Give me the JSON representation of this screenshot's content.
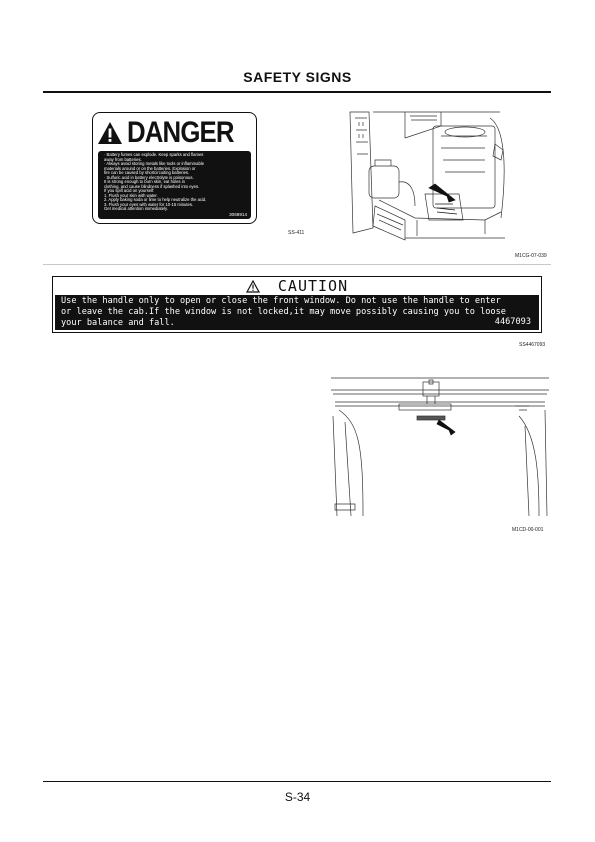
{
  "page": {
    "title": "SAFETY SIGNS",
    "page_number": "S-34"
  },
  "danger_sign": {
    "heading": "DANGER",
    "lines": [
      "· Battery fumes can explode. Keep sparks and flames",
      "  away from batteries.",
      "· Always avoid storing metals like tools or inflammable",
      "  materials around or on the batteries. Explosion or",
      "  fire can be caused by shortcircuiting batteries.",
      "· Sulfuric acid in battery electrolyte is poisonous.",
      "  It is strong enough to burn skin, eat holes in",
      "  clothing, and cause blindness if splashed into eyes.",
      "  If you spill acid on yourself:",
      "  1. Flush your skin with water.",
      "  2. Apply baking soda or lime to help neutralize the acid.",
      "  3. Flush your eyes with water for 10-15 minutes.",
      "     Get medical attention immediately."
    ],
    "code": "3068914",
    "caption": "SS-411"
  },
  "battery_illustration": {
    "caption": "M1CG-07-039",
    "icon": "battery-location-drawing"
  },
  "caution_sign": {
    "heading": "CAUTION",
    "lines": [
      "Use the handle only to open or close the front window. Do not use the handle to enter",
      "or leave the cab.If the window is not locked,it may move possibly causing you to loose",
      "your balance and fall."
    ],
    "code": "4467093",
    "caption": "SS4467093"
  },
  "cab_illustration": {
    "caption": "M1CD-00-001",
    "icon": "cab-front-window-drawing"
  }
}
